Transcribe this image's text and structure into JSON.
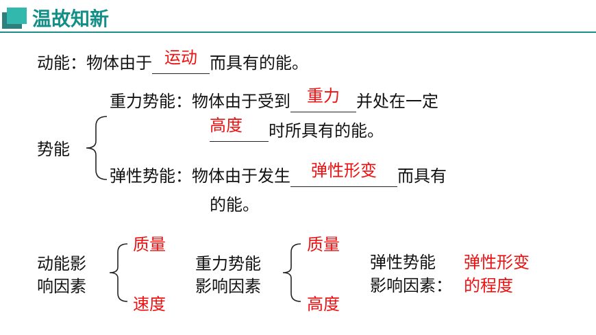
{
  "header": {
    "title": "温故知新"
  },
  "kinetic": {
    "prefix": "动能：物体由于",
    "answer": "运动",
    "suffix": "而具有的能。"
  },
  "potential": {
    "label": "势能",
    "gravity_prefix": "重力势能：物体由于受到",
    "gravity_answer1": "重力",
    "gravity_mid": "并处在一定",
    "gravity_answer2": "高度",
    "gravity_suffix": "时所具有的能。",
    "elastic_prefix": "弹性势能：物体由于发生",
    "elastic_answer": "弹性形变",
    "elastic_suffix": "而具有",
    "elastic_line2": "的能。"
  },
  "factors": {
    "kinetic_label_1": "动能影",
    "kinetic_label_2": "响因素",
    "kinetic_f1": "质量",
    "kinetic_f2": "速度",
    "gravity_label_1": "重力势能",
    "gravity_label_2": "影响因素",
    "gravity_f1": "质量",
    "gravity_f2": "高度",
    "elastic_label_1": "弹性势能",
    "elastic_label_2": "影响因素：",
    "elastic_f1": "弹性形变",
    "elastic_f2": "的程度"
  },
  "colors": {
    "accent": "#138f88",
    "answer": "#ee1111"
  }
}
